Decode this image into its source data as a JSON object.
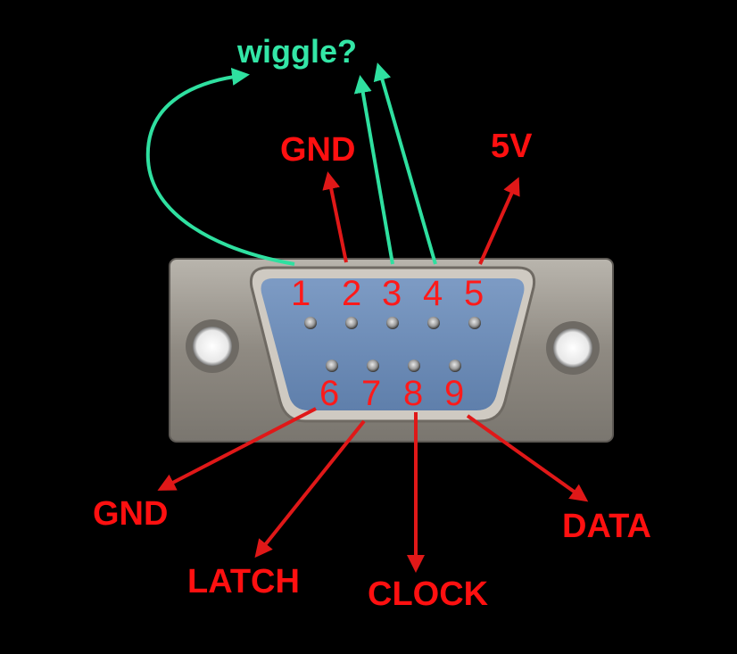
{
  "colors": {
    "background": "#000000",
    "label_red": "#ff1010",
    "label_green": "#33e6a6",
    "shell_metal": "#9a958d",
    "insert_blue": "#6f8fb9"
  },
  "top_label": "wiggle?",
  "pins": {
    "p1": "1",
    "p2": "2",
    "p3": "3",
    "p4": "4",
    "p5": "5",
    "p6": "6",
    "p7": "7",
    "p8": "8",
    "p9": "9"
  },
  "signals": {
    "gnd_top": "GND",
    "vcc": "5V",
    "gnd_bottom": "GND",
    "latch": "LATCH",
    "clock": "CLOCK",
    "data": "DATA"
  }
}
